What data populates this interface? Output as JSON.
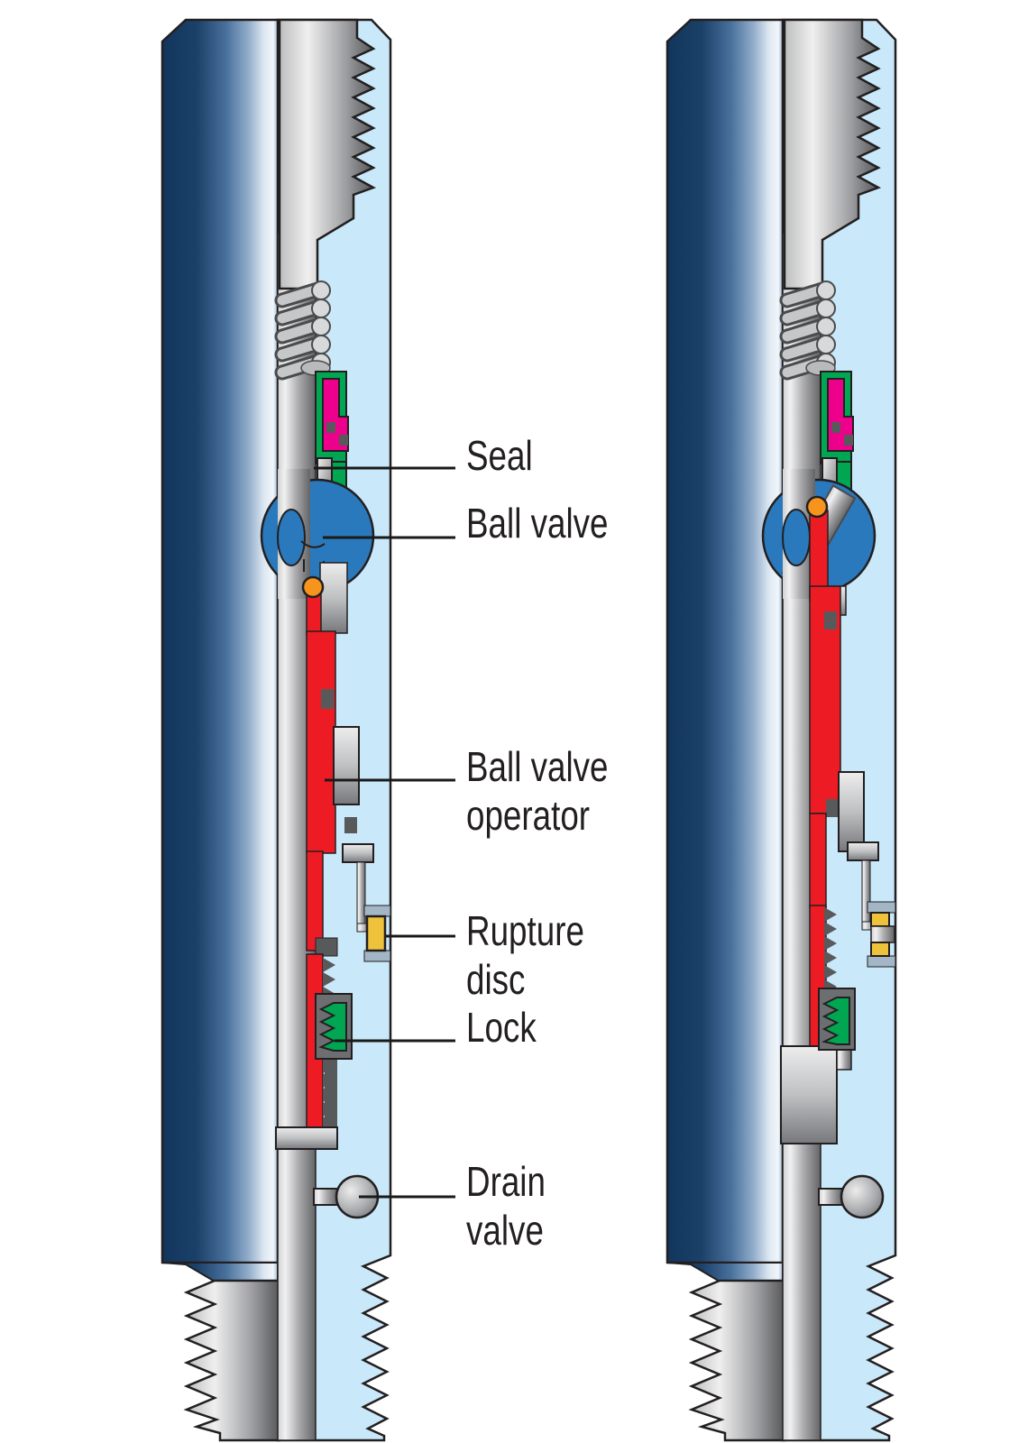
{
  "diagram": {
    "labels": {
      "seal": "Seal",
      "ball_valve": "Ball valve",
      "ball_valve_operator_line1": "Ball valve",
      "ball_valve_operator_line2": "operator",
      "rupture_disc_line1": "Rupture",
      "rupture_disc_line2": "disc",
      "lock": "Lock",
      "drain_valve_line1": "Drain",
      "drain_valve_line2": "valve"
    },
    "colors": {
      "body_blue_dark": "#11355c",
      "body_blue_light": "#dde7f1",
      "chamber_blue": "#c9e8f9",
      "metal_light": "#f1f1f2",
      "metal_dark": "#636466",
      "part_gray": "#58595b",
      "operator_red": "#ed1c24",
      "seal_green": "#00a651",
      "seal_magenta": "#ec008c",
      "pin_orange": "#f7941d",
      "rupture_yellow": "#efc23c",
      "ball_blue": "#2a79bc",
      "label_text": "#231f20",
      "leader_line": "#1a1a1a"
    }
  }
}
